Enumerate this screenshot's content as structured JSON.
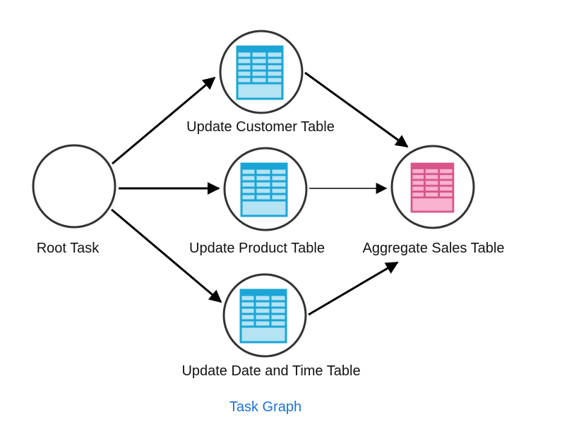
{
  "nodes": {
    "root": {
      "label": "Root Task"
    },
    "customer": {
      "label": "Update Customer Table",
      "icon": "table-icon"
    },
    "product": {
      "label": "Update Product Table",
      "icon": "table-icon"
    },
    "datetime": {
      "label": "Update Date and Time Table",
      "icon": "table-icon"
    },
    "aggregate": {
      "label": "Aggregate Sales Table",
      "icon": "table-icon"
    }
  },
  "edges": [
    {
      "from": "root",
      "to": "customer"
    },
    {
      "from": "root",
      "to": "product"
    },
    {
      "from": "root",
      "to": "datetime"
    },
    {
      "from": "customer",
      "to": "aggregate"
    },
    {
      "from": "product",
      "to": "aggregate"
    },
    {
      "from": "datetime",
      "to": "aggregate"
    }
  ],
  "caption": "Task Graph",
  "colors": {
    "update_table_stroke": "#1aa5d6",
    "update_table_fill": "#b4e3f4",
    "aggregate_table_stroke": "#d9558a",
    "aggregate_table_fill": "#f7b3cf",
    "caption": "#1a73d9",
    "node_ring": "#333333",
    "edge": "#000000"
  }
}
